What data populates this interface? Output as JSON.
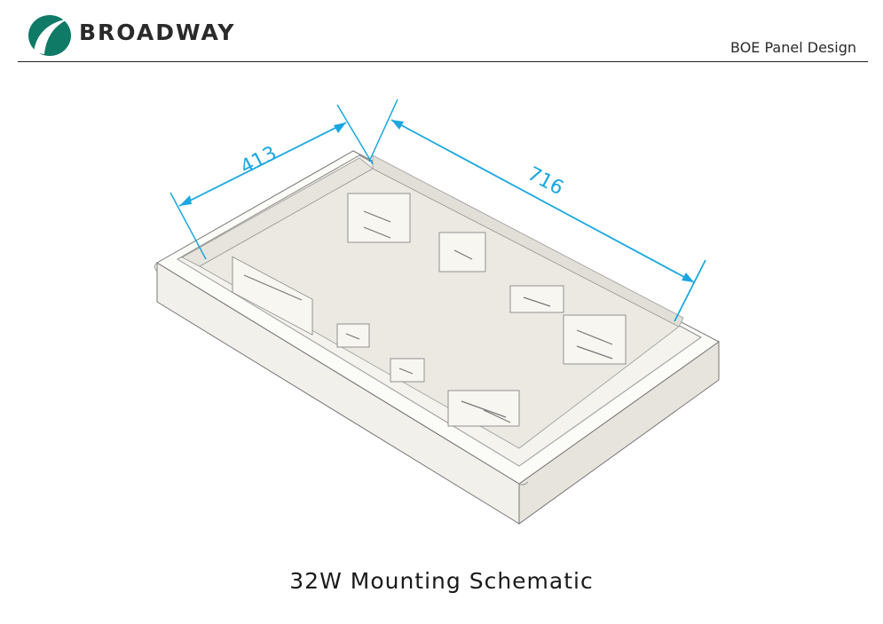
{
  "header": {
    "brand": "BROADWAY",
    "document_title": "BOE Panel Design",
    "logo_icon": "broadway-logo-icon"
  },
  "diagram": {
    "dimension_width": "413",
    "dimension_length": "716",
    "dimension_color": "#1aa7e0",
    "logo_color": "#0f7a66"
  },
  "caption": "32W Mounting Schematic"
}
